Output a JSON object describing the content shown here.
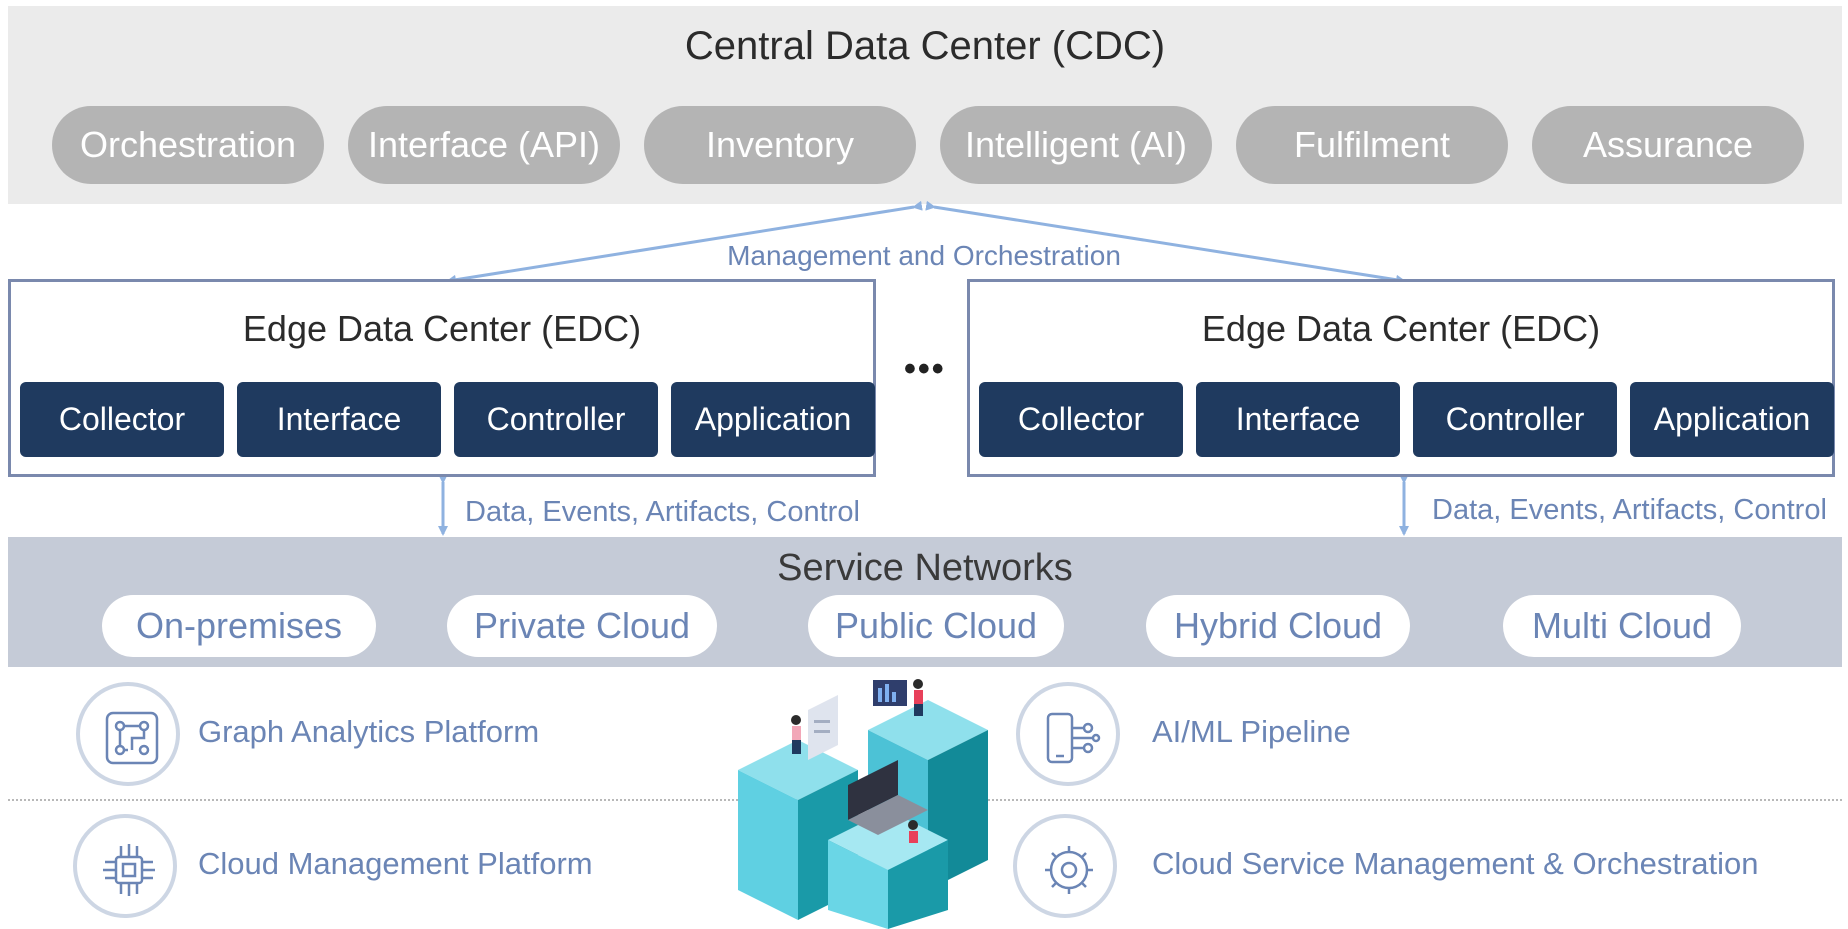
{
  "cdc": {
    "title": "Central Data Center (CDC)",
    "functions": [
      "Orchestration",
      "Interface (API)",
      "Inventory",
      "Intelligent (AI)",
      "Fulfilment",
      "Assurance"
    ]
  },
  "management_label": "Management and Orchestration",
  "edc_left": {
    "title": "Edge Data Center (EDC)",
    "modules": [
      "Collector",
      "Interface",
      "Controller",
      "Application"
    ]
  },
  "edc_right": {
    "title": "Edge Data Center (EDC)",
    "modules": [
      "Collector",
      "Interface",
      "Controller",
      "Application"
    ]
  },
  "ellipsis": "•••",
  "flow_left": "Data, Events, Artifacts, Control",
  "flow_right": "Data, Events, Artifacts, Control",
  "service_networks": {
    "title": "Service Networks",
    "clouds": [
      "On-premises",
      "Private Cloud",
      "Public Cloud",
      "Hybrid Cloud",
      "Multi Cloud"
    ]
  },
  "platforms": {
    "graph": "Graph Analytics Platform",
    "cloud_mgmt": "Cloud Management Platform",
    "aiml": "AI/ML Pipeline",
    "csmo": "Cloud Service Management & Orchestration"
  },
  "colors": {
    "cdc_band": "#ebebeb",
    "cdc_pill": "#b4b4b4",
    "edc_module": "#1f3a5f",
    "edc_border": "#7a89ad",
    "accent_text": "#6b85b5",
    "arrow": "#8fb2e0",
    "service_band": "#c5cbd7"
  }
}
